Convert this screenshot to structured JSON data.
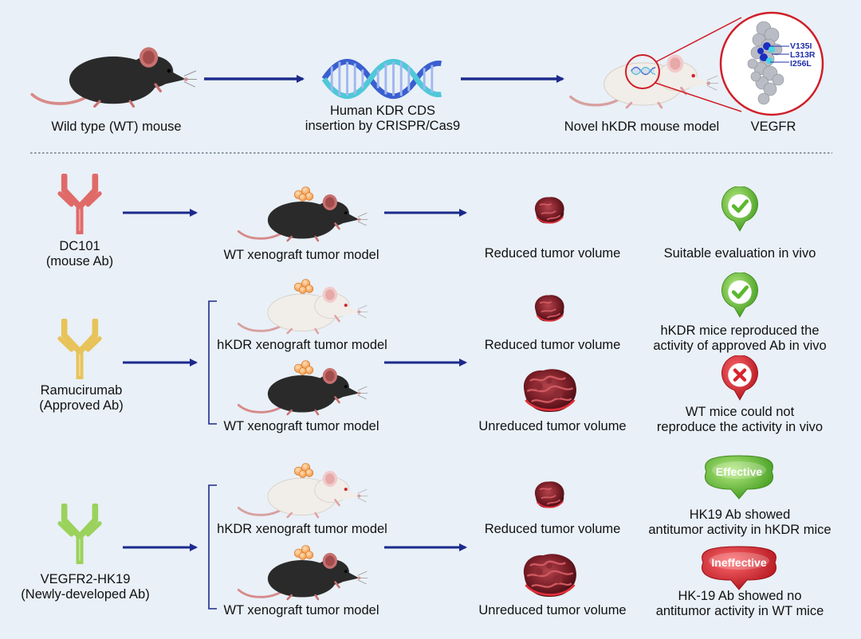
{
  "top": {
    "wt_mouse_label": "Wild type (WT) mouse",
    "crispr_label_1": "Human KDR CDS",
    "crispr_label_2": "insertion by CRISPR/Cas9",
    "hkdr_model_label": "Novel hKDR mouse model",
    "vegfr_label": "VEGFR",
    "mutations": [
      "V135I",
      "L313R",
      "I256L"
    ]
  },
  "rows": {
    "dc101": {
      "antibody_1": "DC101",
      "antibody_2": "(mouse Ab)",
      "model": "WT xenograft tumor model",
      "result": "Reduced tumor volume",
      "conclusion": "Suitable evaluation in vivo"
    },
    "ramucirumab": {
      "antibody_1": "Ramucirumab",
      "antibody_2": "(Approved Ab)",
      "model_hkdr": "hKDR xenograft tumor model",
      "result_hkdr": "Reduced tumor volume",
      "conclusion_hkdr_1": "hKDR mice reproduced the",
      "conclusion_hkdr_2": "activity of approved Ab in vivo",
      "model_wt": "WT xenograft tumor model",
      "result_wt": "Unreduced tumor volume",
      "conclusion_wt_1": "WT mice could not",
      "conclusion_wt_2": "reproduce the activity in vivo"
    },
    "hk19": {
      "antibody_1": "VEGFR2-HK19",
      "antibody_2": "(Newly-developed Ab)",
      "model_hkdr": "hKDR xenograft tumor model",
      "result_hkdr": "Reduced tumor volume",
      "badge_hkdr": "Effective",
      "conclusion_hkdr_1": "HK19 Ab showed",
      "conclusion_hkdr_2": "antitumor activity in hKDR mice",
      "model_wt": "WT xenograft tumor model",
      "result_wt": "Unreduced tumor volume",
      "badge_wt": "Ineffective",
      "conclusion_wt_1": "HK-19 Ab showed no",
      "conclusion_wt_2": "antitumor activity in WT mice"
    }
  },
  "colors": {
    "arrow": "#1c2a8c",
    "ab_red": "#e06a68",
    "ab_yellow": "#e8c35a",
    "ab_green": "#9ad25c",
    "check_green": "#5cb82e",
    "cross_red": "#d9242f",
    "mouse_black": "#2a2a2a",
    "mouse_white": "#f1ede8"
  }
}
